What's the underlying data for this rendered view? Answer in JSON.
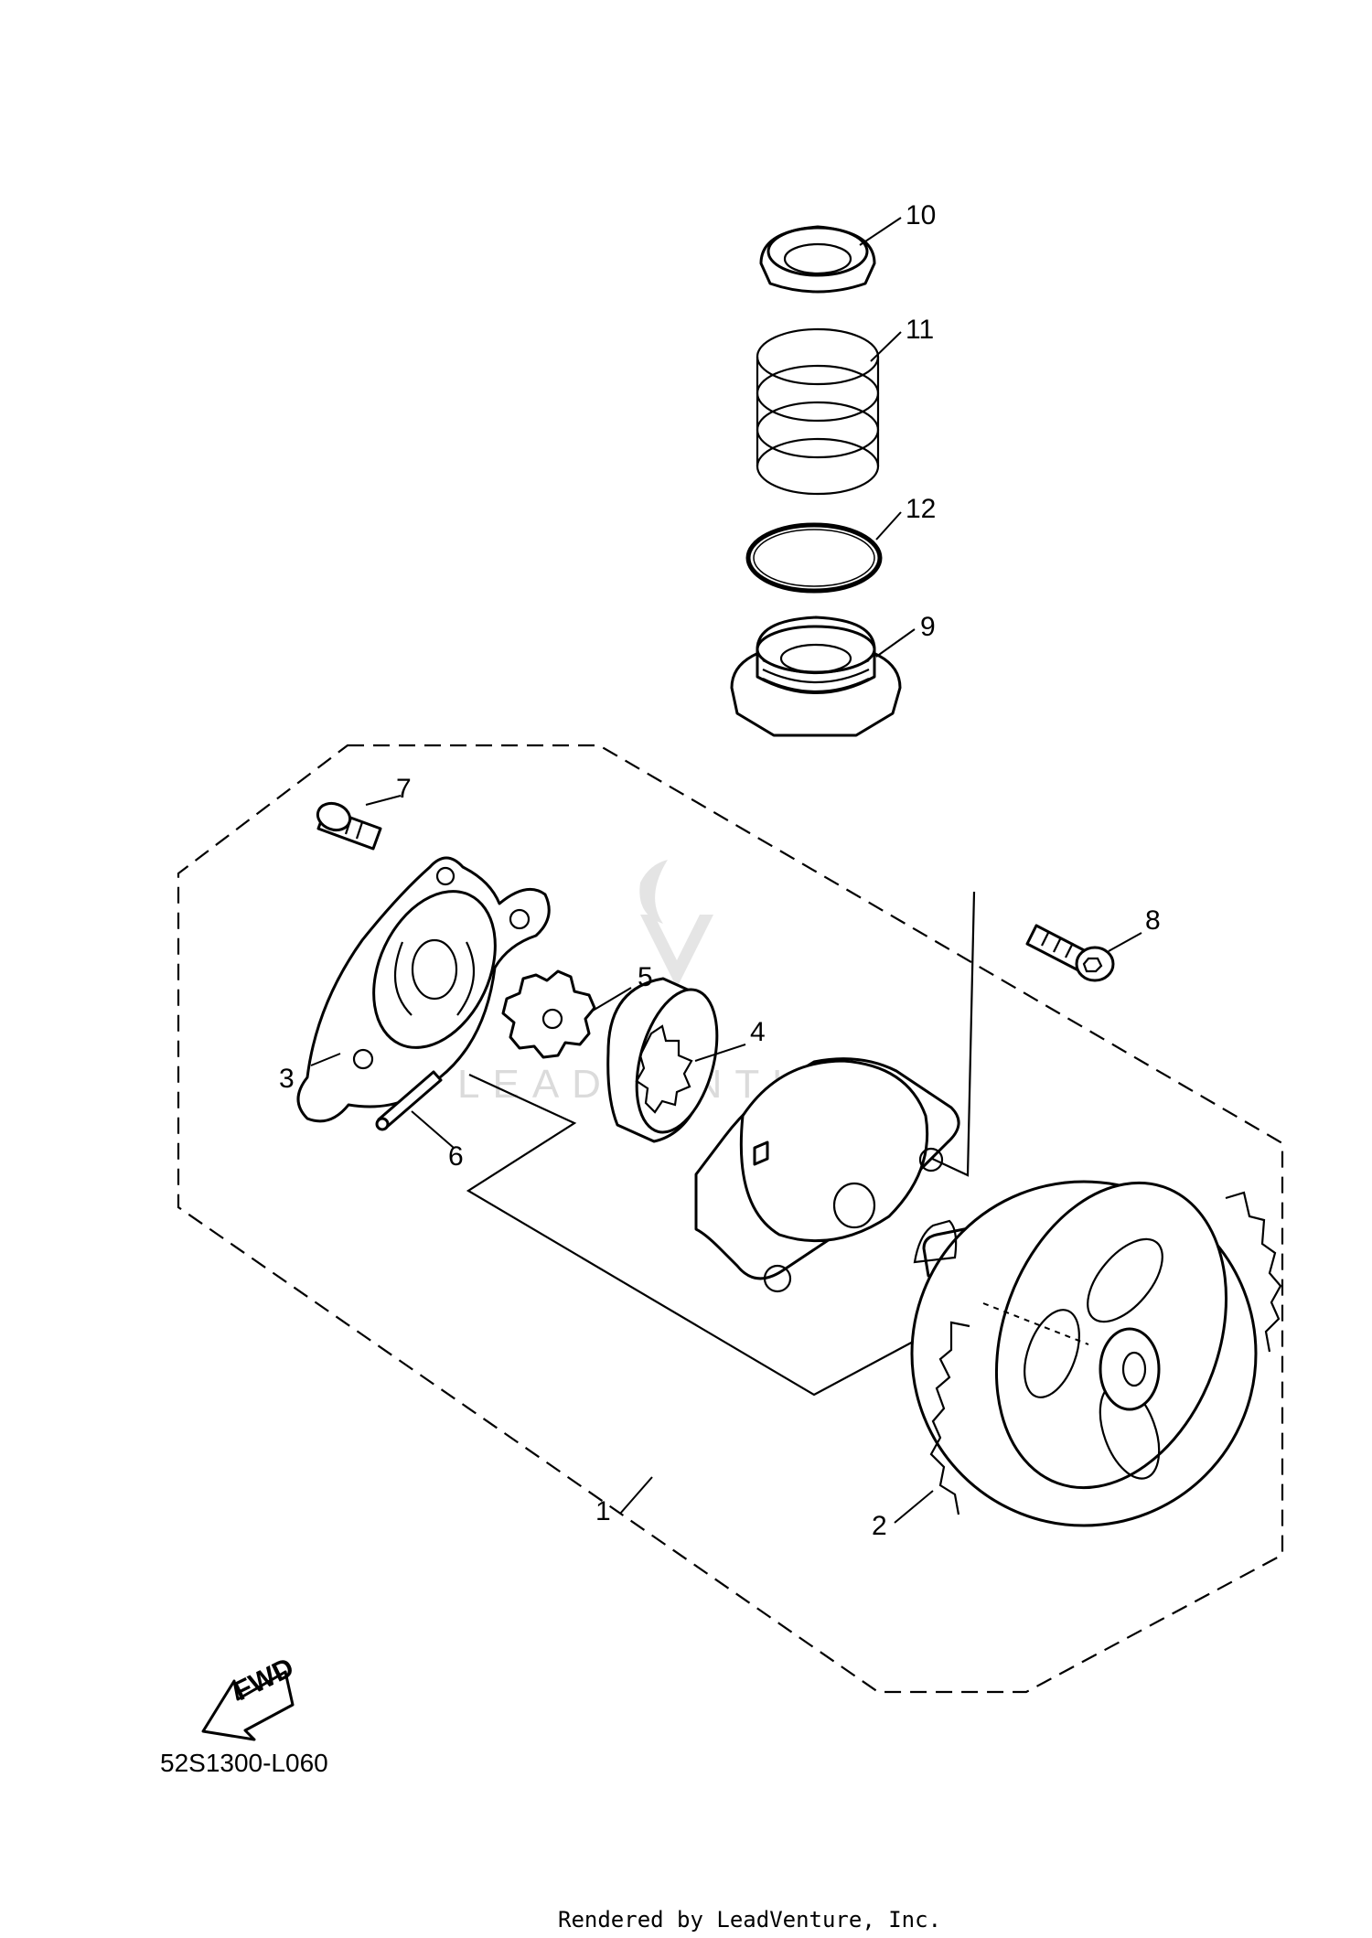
{
  "callouts": {
    "c1": "1",
    "c2": "2",
    "c3": "3",
    "c4": "4",
    "c5": "5",
    "c6": "6",
    "c7": "7",
    "c8": "8",
    "c9": "9",
    "c10": "10",
    "c11": "11",
    "c12": "12"
  },
  "fwd_label": "FWD",
  "diagram_code": "52S1300-L060",
  "watermark": "LEADVENTURE",
  "footer": "Rendered by LeadVenture, Inc."
}
